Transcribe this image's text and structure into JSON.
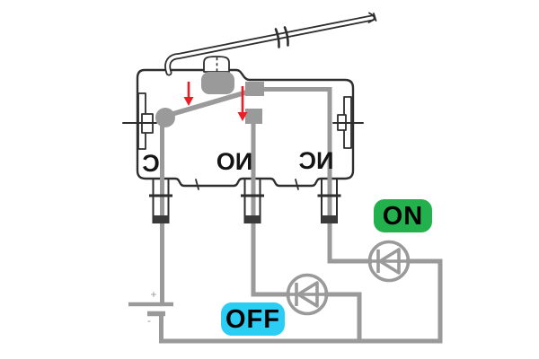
{
  "colors": {
    "canvas_bg": "#ffffff",
    "outline": "#2e2e2e",
    "wire": "#9a9a9a",
    "arrow": "#ee1c25",
    "on_badge": "#22b14c",
    "off_badge": "#2bcdf4",
    "badge_text": "#000000"
  },
  "switch": {
    "terminals": [
      {
        "id": "common",
        "label": "C"
      },
      {
        "id": "normally-open",
        "label": "NO"
      },
      {
        "id": "normally-closed",
        "label": "NC"
      }
    ]
  },
  "battery": {
    "positive": "+",
    "negative": "-"
  },
  "indicators": {
    "on": "ON",
    "off": "OFF"
  }
}
